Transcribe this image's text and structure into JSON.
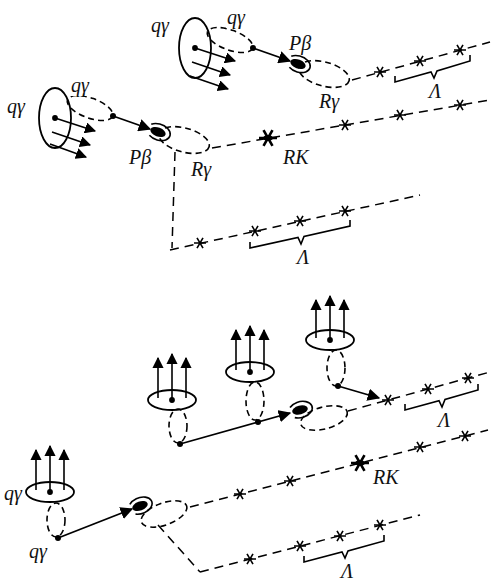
{
  "diagram": {
    "labels": [
      "qγ",
      "qγ",
      "Pβ",
      "Rγ",
      "qγ",
      "qγ",
      "Pβ",
      "Rγ",
      "RK",
      "Λ",
      "Λ",
      "qγ",
      "qγ",
      "RK",
      "Λ",
      "Λ"
    ]
  }
}
